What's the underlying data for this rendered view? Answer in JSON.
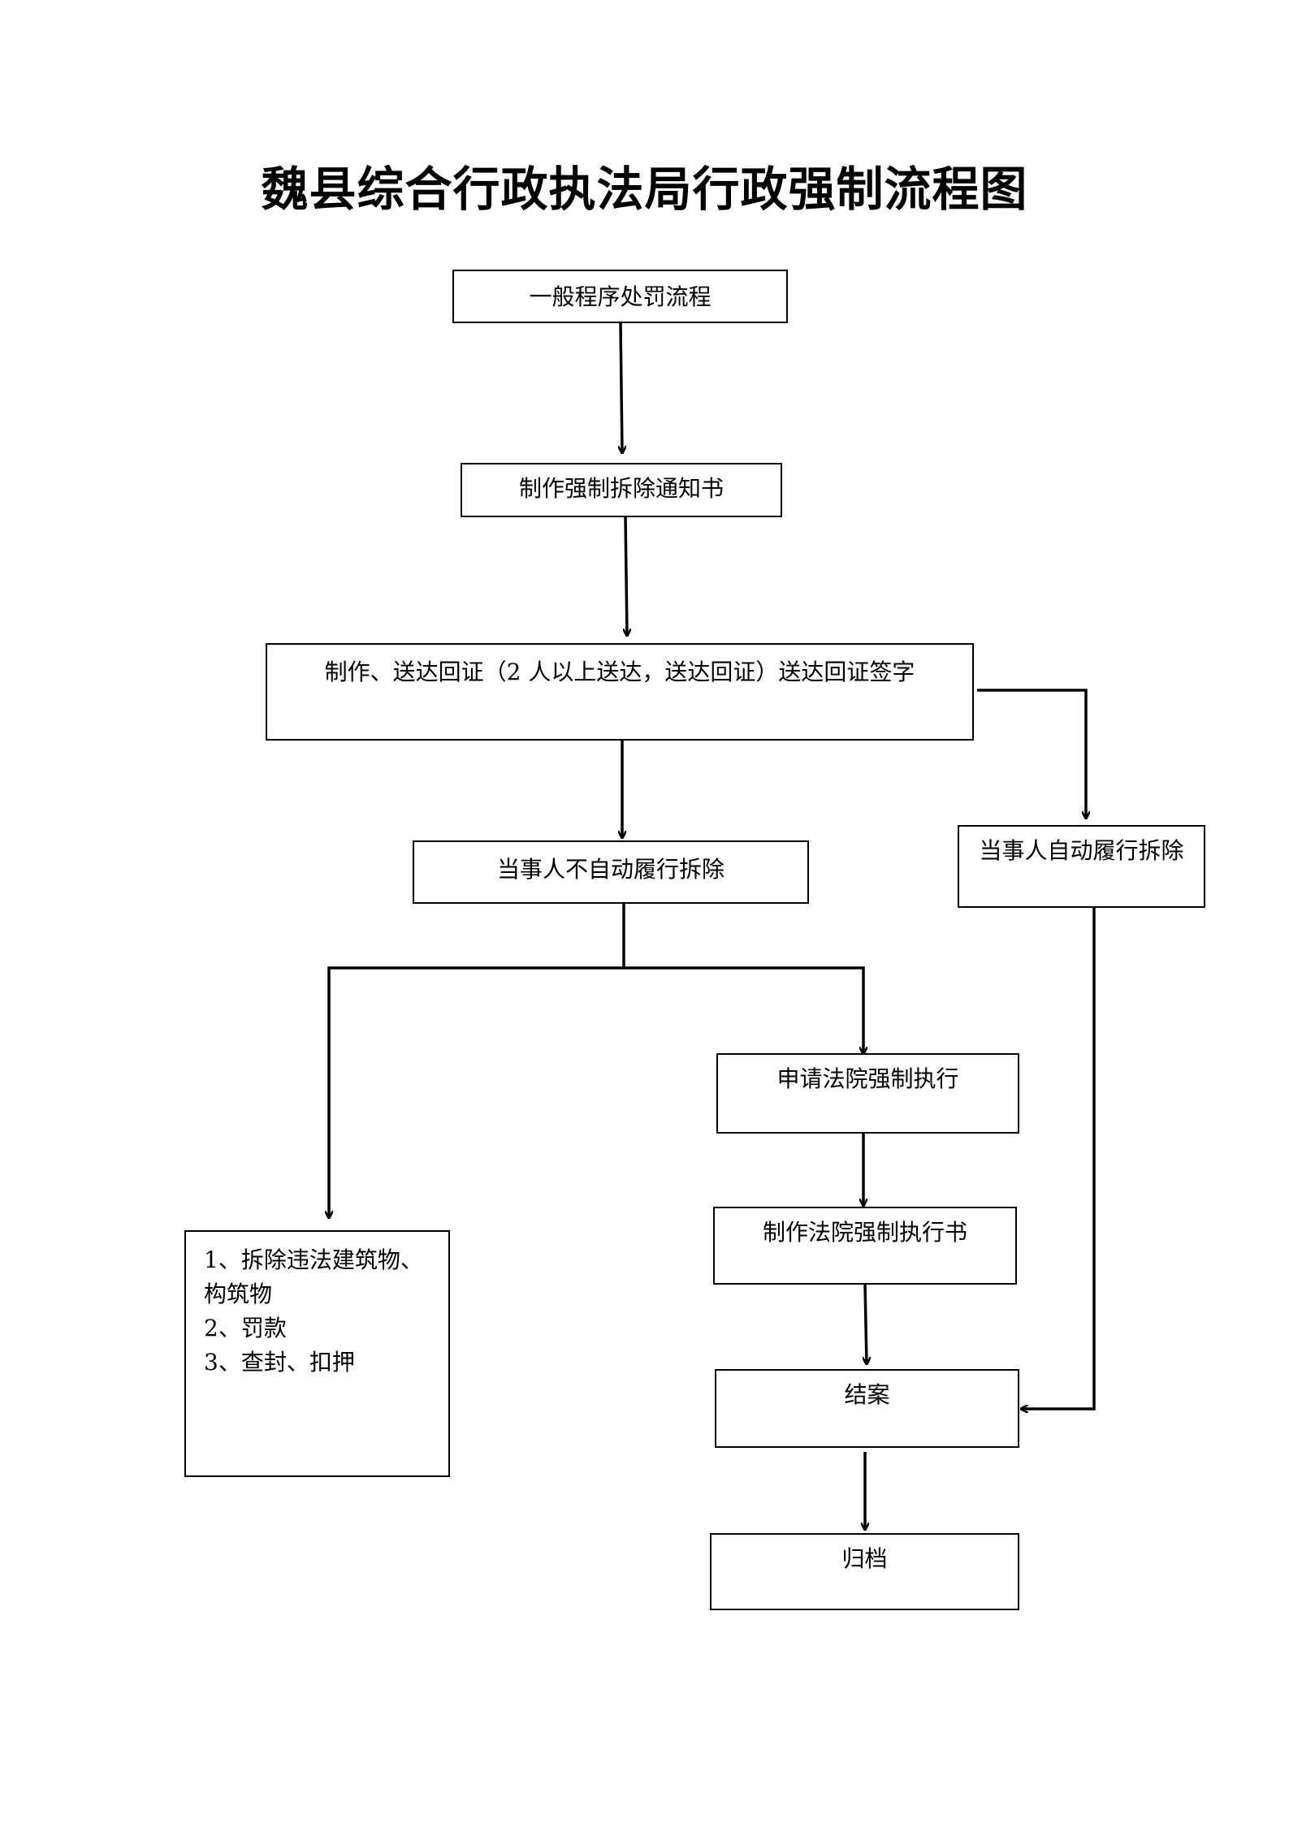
{
  "title": "魏县综合行政执法局行政强制流程图",
  "nodes": {
    "general_procedure": "一般程序处罚流程",
    "demolition_notice": "制作强制拆除通知书",
    "service_receipt": "制作、送达回证（2 人以上送达，送达回证）送达回证签字",
    "not_voluntary": "当事人不自动履行拆除",
    "voluntary": "当事人自动履行拆除",
    "court_apply": "申请法院强制执行",
    "court_order": "制作法院强制执行书",
    "close_case": "结案",
    "archive": "归档"
  },
  "measures": [
    "1、拆除违法建筑物、构筑物",
    "2、罚款",
    "3、查封、扣押"
  ]
}
